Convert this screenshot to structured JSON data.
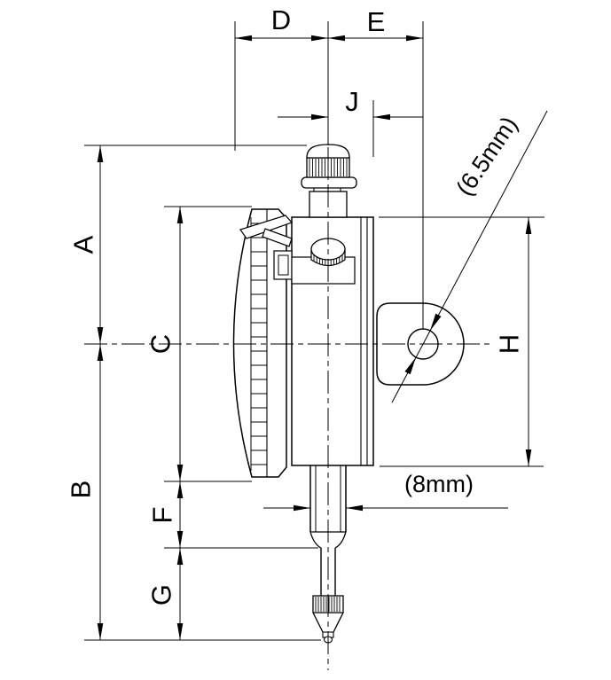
{
  "figure": {
    "type": "technical-drawing",
    "subject": "dial-indicator-outline-side-view",
    "background_color": "#ffffff",
    "line_color": "#000000",
    "dimension_labels": {
      "D": "D",
      "E": "E",
      "J": "J",
      "A": "A",
      "B": "B",
      "C": "C",
      "F": "F",
      "G": "G",
      "H": "H"
    },
    "annotations": {
      "lug_hole_diameter": "(6.5mm)",
      "stem_diameter": "(8mm)"
    }
  }
}
